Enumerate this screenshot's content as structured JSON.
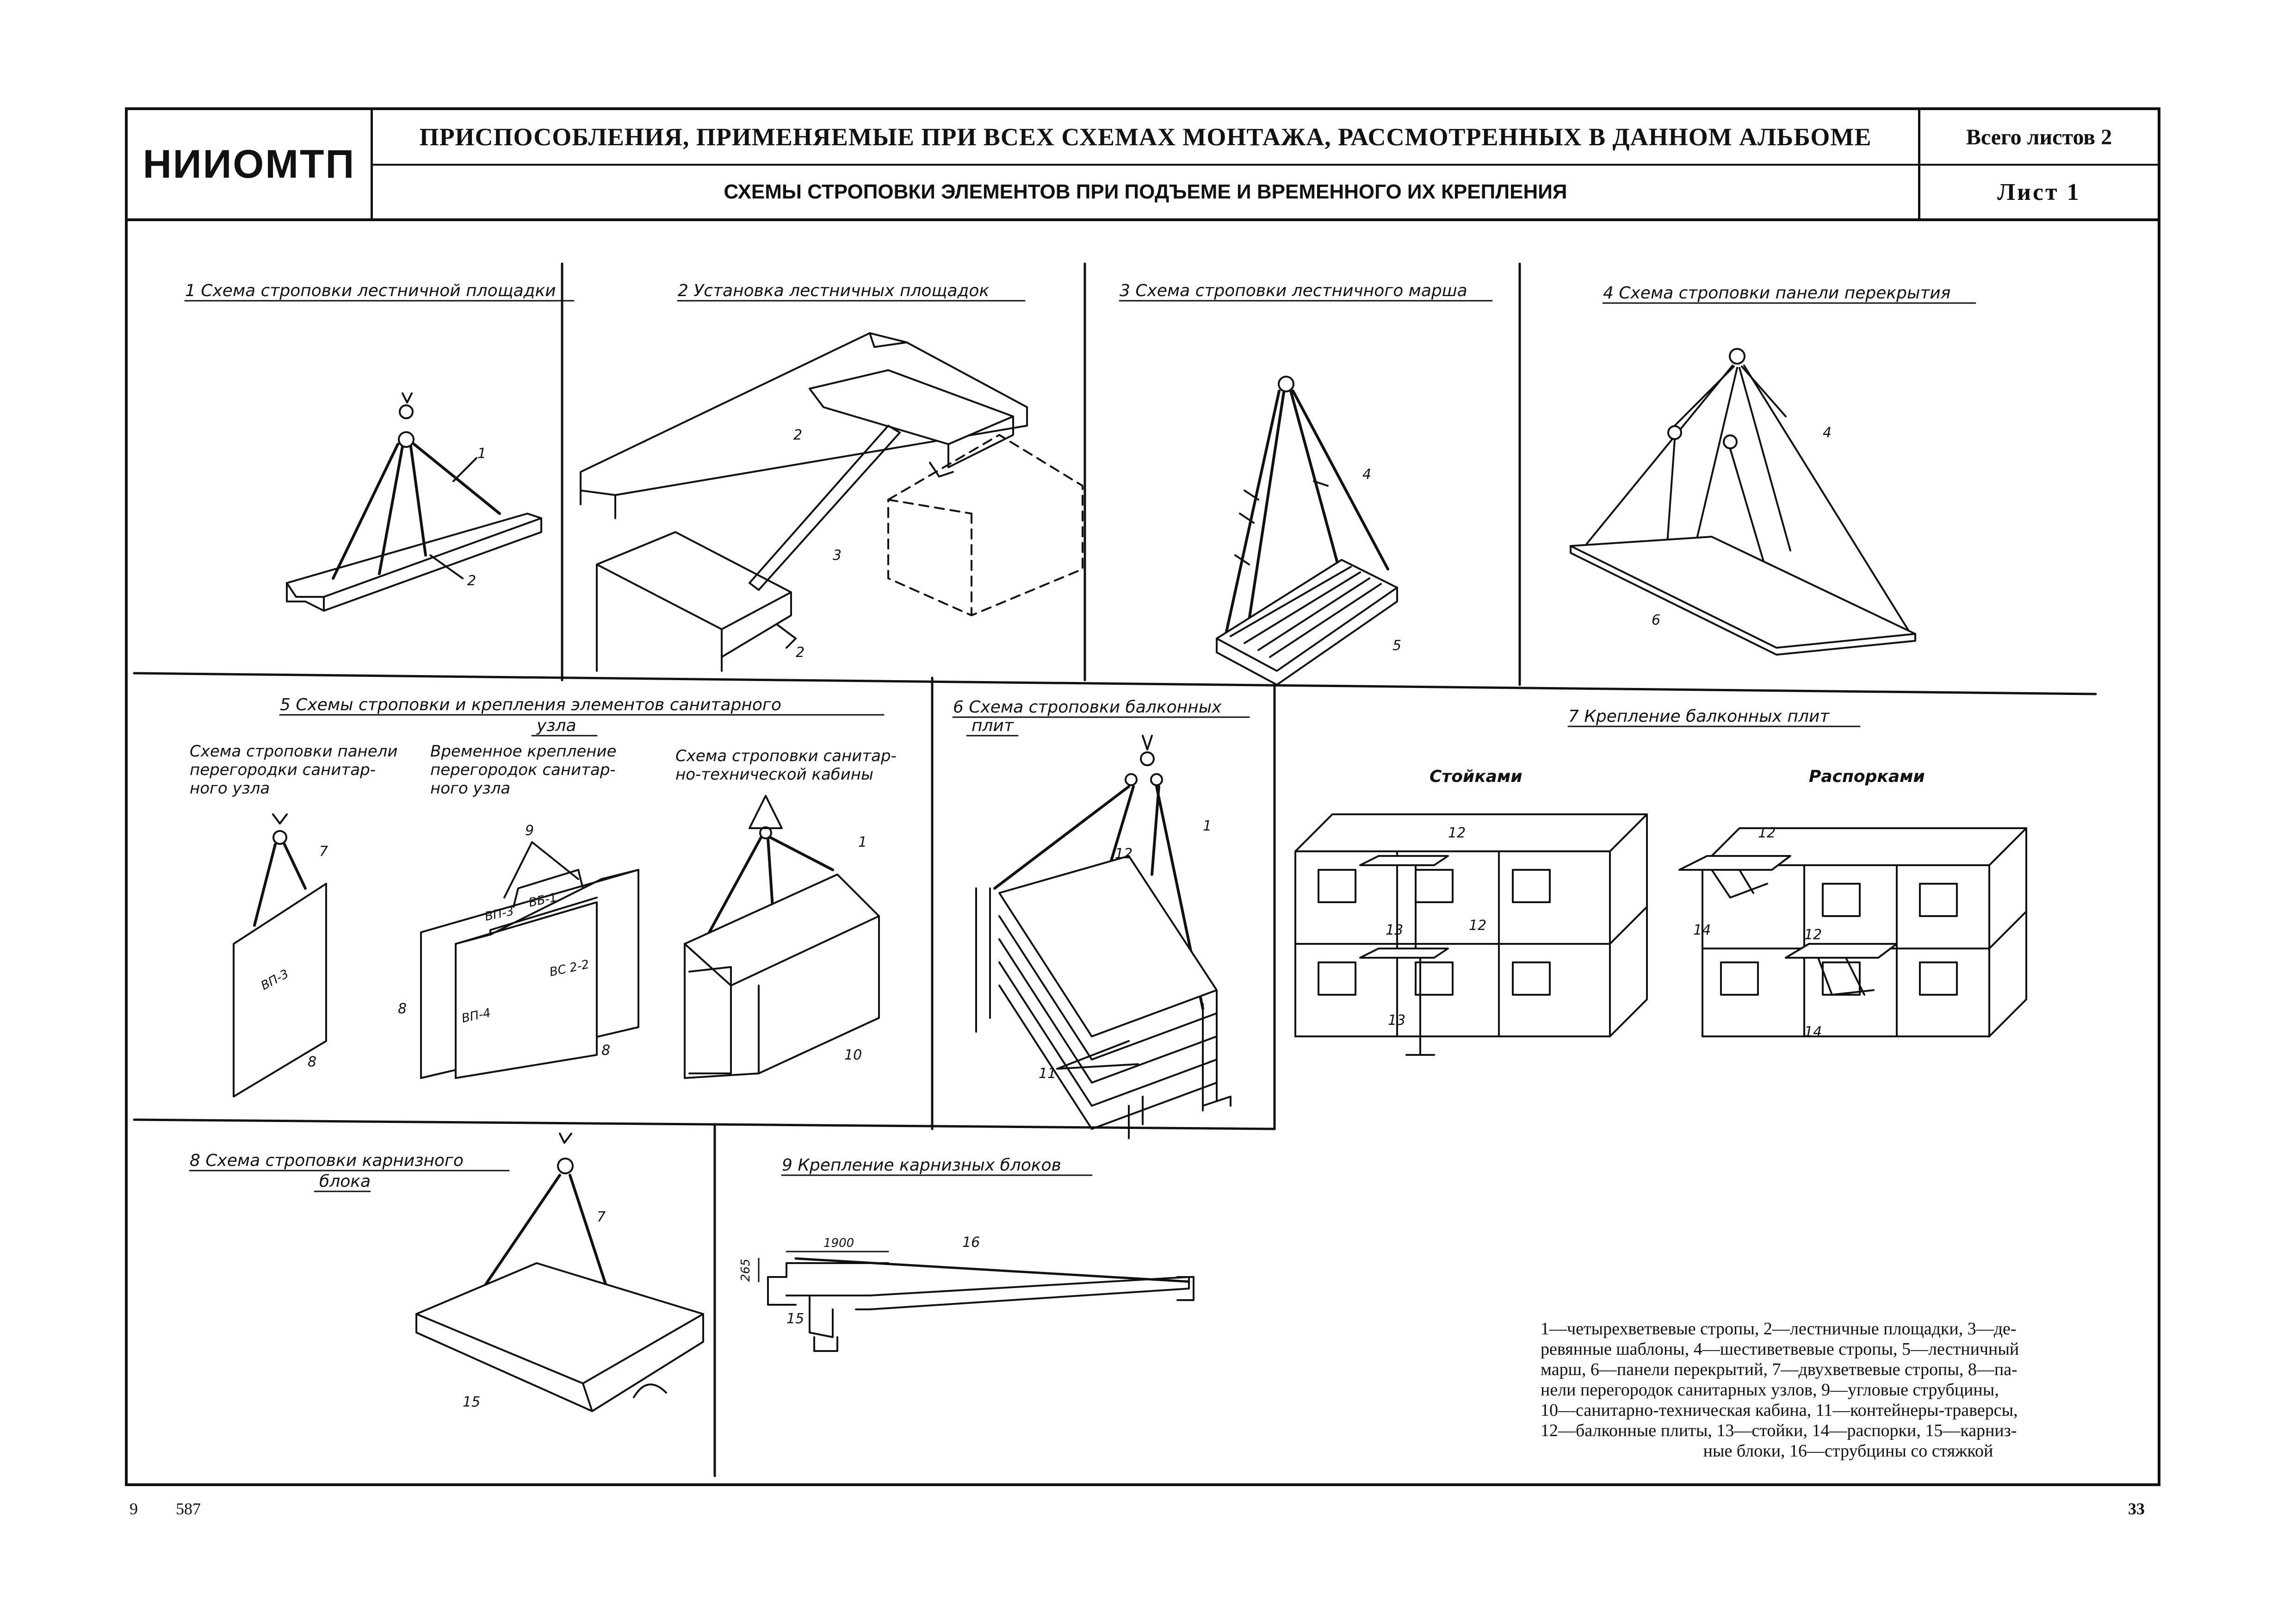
{
  "header": {
    "organization": "НИИОМТП",
    "title": "ПРИСПОСОБЛЕНИЯ, ПРИМЕНЯЕМЫЕ ПРИ ВСЕХ СХЕМАХ МОНТАЖА, РАССМОТРЕННЫХ В ДАННОМ АЛЬБОМЕ",
    "subtitle": "СХЕМЫ СТРОПОВКИ ЭЛЕМЕНТОВ ПРИ ПОДЪЕМЕ И ВРЕМЕННОГО ИХ КРЕПЛЕНИЯ",
    "sheets_total": "Всего листов 2",
    "sheet": "Лист 1"
  },
  "panels": [
    {
      "caption": "1 Схема строповки лестничной площадки"
    },
    {
      "caption": "2 Установка лестничных площадок"
    },
    {
      "caption": "3 Схема строповки лестничного марша"
    },
    {
      "caption": "4 Схема строповки панели перекрытия"
    },
    {
      "caption": "5 Схемы строповки и крепления элементов санитарного",
      "caption2": "узла",
      "sub1": [
        "Схема строповки панели",
        "перегородки санитар-",
        "ного узла"
      ],
      "sub2": [
        "Временное крепление",
        "перегородок санитар-",
        "ного узла"
      ],
      "sub3": [
        "Схема строповки санитар-",
        "но-технической кабины"
      ]
    },
    {
      "caption": "6 Схема строповки балконных",
      "caption2": "плит"
    },
    {
      "caption": "7 Крепление балконных плит",
      "left_title": "Стойками",
      "right_title": "Распорками"
    },
    {
      "caption": "8 Схема строповки карнизного",
      "caption2": "блока"
    },
    {
      "caption": "9 Крепление карнизных блоков",
      "dim_1900": "1900",
      "dim_265": "265"
    }
  ],
  "panel_labels": {
    "vp3": "ВП-3",
    "vp3b": "ВП-3",
    "vb1": "ВБ-1",
    "vp4": "ВП-4",
    "vs22": "ВС 2-2"
  },
  "callouts": [
    "1",
    "2",
    "3",
    "4",
    "5",
    "6",
    "7",
    "8",
    "9",
    "10",
    "11",
    "12",
    "13",
    "14",
    "15",
    "16"
  ],
  "legend": {
    "lines": [
      "1—четырехветвевые стропы, 2—лестничные площадки, 3—де-",
      "ревянные шаблоны, 4—шестиветвевые стропы, 5—лестничный",
      "марш, 6—панели перекрытий, 7—двухветвевые стропы, 8—па-",
      "нели перегородок санитарных узлов, 9—угловые струбцины,",
      "10—санитарно-техническая кабина, 11—контейнеры-траверсы,",
      "12—балконные плиты, 13—стойки, 14—распорки, 15—карниз-"
    ],
    "last_line": "ные блоки, 16—струбцины со стяжкой"
  },
  "footer": {
    "left_number": "9",
    "code": "587",
    "page": "33"
  }
}
